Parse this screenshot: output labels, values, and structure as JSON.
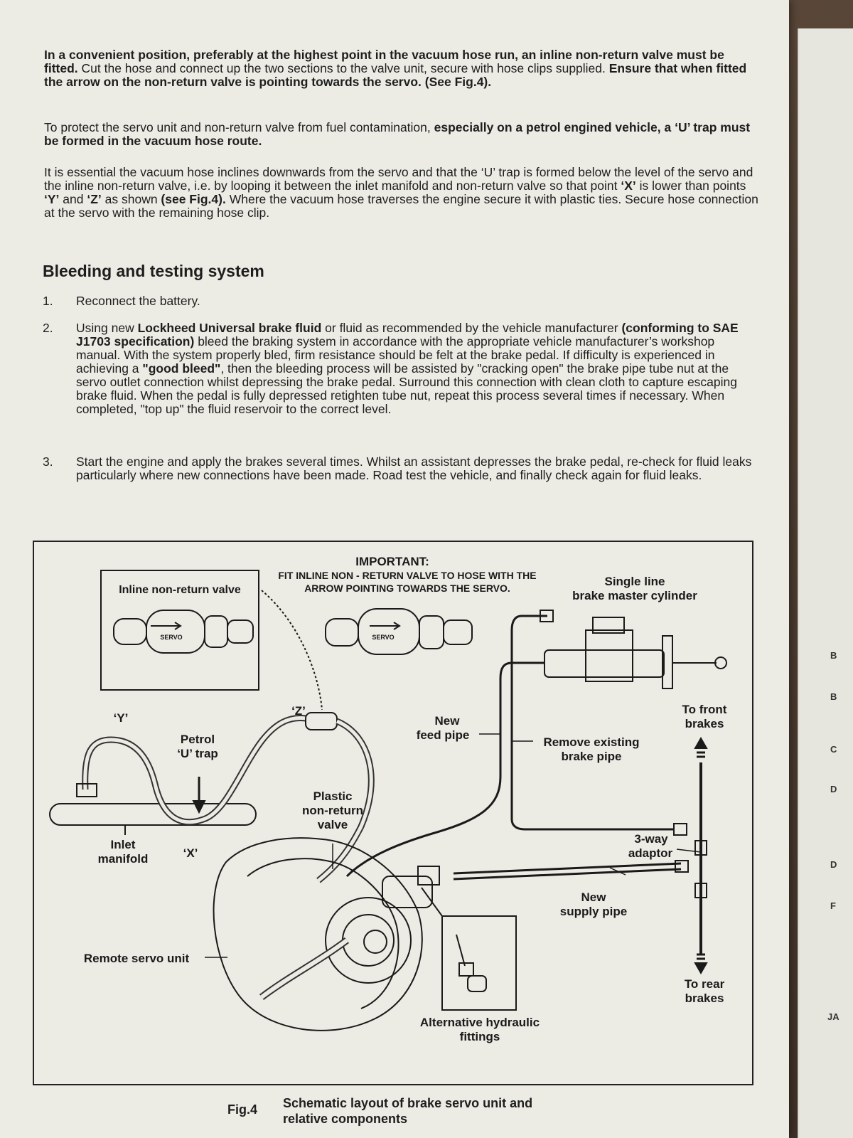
{
  "paragraphs": {
    "p1": "In a convenient position, preferably at the highest point in the vacuum hose run, an inline non-return valve must be fitted. Cut the hose and connect up the two sections to the valve unit, secure with hose clips supplied. Ensure that when fitted the arrow on the non-return valve is pointing towards the servo. (See Fig.4).",
    "p1_bold_a": "In a convenient position, preferably at the highest point in the vacuum hose run, an inline non-return valve must be fitted.",
    "p1_plain_a": " Cut the hose and connect up the two sections to the valve unit, secure with hose clips supplied. ",
    "p1_bold_b": "Ensure that when fitted the arrow on the non-return valve is pointing towards the servo. (See Fig.4).",
    "p2_plain": "To protect the servo unit and non-return valve from fuel contamination, ",
    "p2_bold": "especially on a petrol engined vehicle, a ‘U’ trap must be formed in the vacuum hose route.",
    "p3_a": "It is essential the vacuum hose inclines downwards from the servo and that the ‘U’ trap is formed below the level of the servo and the inline non-return valve, i.e. by looping it between the inlet manifold and non-return valve so that point ",
    "p3_x": "‘X’",
    "p3_b": " is lower than points ",
    "p3_y": "‘Y’",
    "p3_c": " and ",
    "p3_z": "‘Z’",
    "p3_d": " as shown ",
    "p3_see": "(see Fig.4).",
    "p3_e": " Where the vacuum hose traverses the engine secure it with plastic ties. Secure hose connection at the servo with the remaining hose clip."
  },
  "section": {
    "heading": "Bleeding and testing system",
    "items": [
      {
        "num": "1.",
        "text": "Reconnect the battery."
      },
      {
        "num": "2.",
        "a": "Using new ",
        "b": "Lockheed Universal brake fluid",
        "c": " or fluid as recommended by the vehicle manufacturer ",
        "d": "(conforming to SAE J1703 specification)",
        "e": " bleed the braking system in accordance with the appropriate vehicle manufacturer’s workshop manual. With the system properly bled, firm resistance should be felt at the brake pedal. If difficulty is experienced in achieving a ",
        "f": "\"good bleed\"",
        "g": ", then the bleeding process will be assisted by \"cracking open\" the brake pipe tube nut at the servo outlet connection whilst depressing the brake pedal. Surround this connection with clean cloth to capture escaping brake fluid. When the pedal is fully depressed retighten tube nut, repeat this process several times if necessary. When completed, \"top up\" the fluid reservoir to the correct level."
      },
      {
        "num": "3.",
        "text": "Start the engine and apply the brakes several times. Whilst an assistant depresses the brake pedal, re-check for fluid leaks particularly where new connections have been made. Road test the vehicle, and finally check again for fluid leaks."
      }
    ]
  },
  "figure": {
    "important_title": "IMPORTANT:",
    "important_line1": "FIT INLINE NON - RETURN VALVE TO HOSE WITH THE",
    "important_line2": "ARROW POINTING TOWARDS THE SERVO.",
    "inline_valve": "Inline non-return valve",
    "servo_mark": "SERVO",
    "single_line_1": "Single line",
    "single_line_2": "brake master cylinder",
    "y_point": "‘Y’",
    "z_point": "‘Z’",
    "x_point": "‘X’",
    "petrol_1": "Petrol",
    "petrol_2": "‘U’ trap",
    "new_feed_1": "New",
    "new_feed_2": "feed pipe",
    "remove_1": "Remove existing",
    "remove_2": "brake pipe",
    "front_1": "To front",
    "front_2": "brakes",
    "plastic_1": "Plastic",
    "plastic_2": "non-return",
    "plastic_3": "valve",
    "inlet_1": "Inlet",
    "inlet_2": "manifold",
    "adaptor_1": "3-way",
    "adaptor_2": "adaptor",
    "supply_1": "New",
    "supply_2": "supply pipe",
    "remote_servo": "Remote servo unit",
    "rear_1": "To rear",
    "rear_2": "brakes",
    "alt_1": "Alternative hydraulic",
    "alt_2": "fittings"
  },
  "caption": {
    "fig": "Fig.4",
    "line1": "Schematic layout of brake servo unit and",
    "line2": "relative components"
  },
  "side_page_letters": [
    "B",
    "B",
    "C",
    "D",
    "D",
    "F",
    "JA"
  ]
}
